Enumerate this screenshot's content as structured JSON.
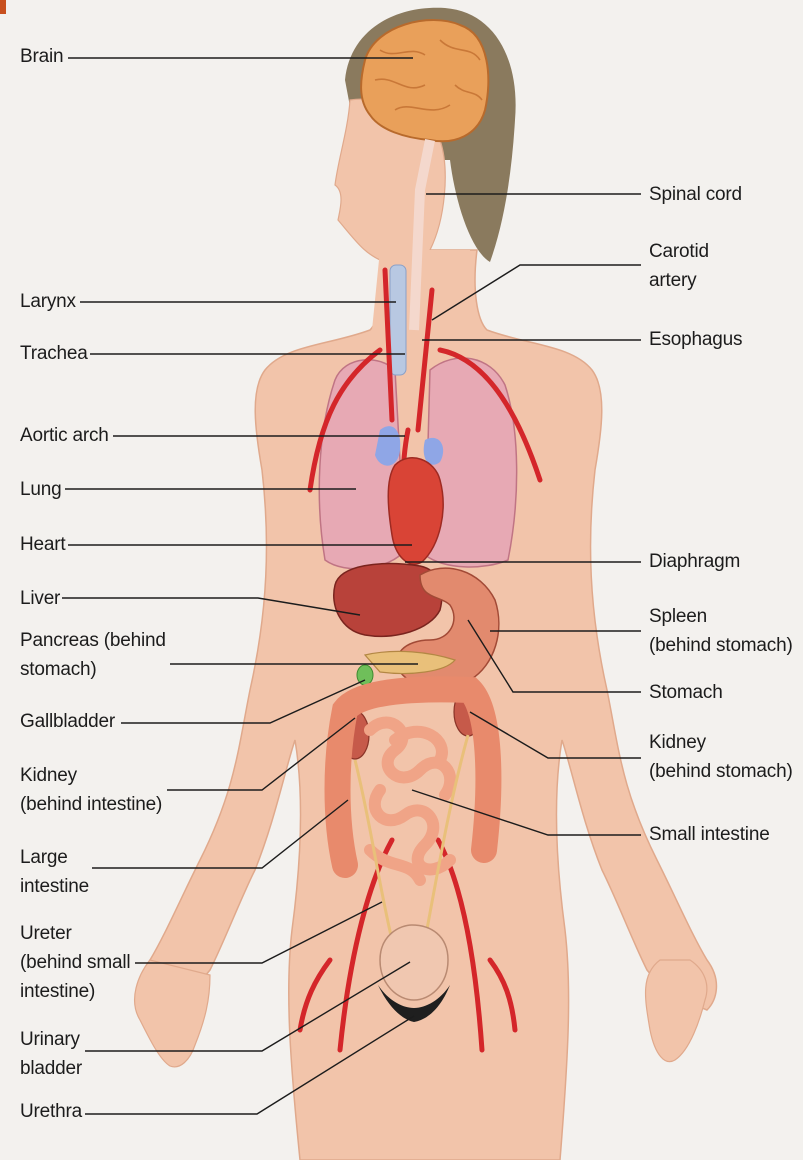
{
  "diagram": {
    "colors": {
      "background": "#f3f1ee",
      "skin": "#f2c2a8",
      "hair": "#8a7a5e",
      "brain": "#e9a05a",
      "artery": "#d4262a",
      "vein": "#8fa6e6",
      "lung": "#e7a9b4",
      "liver": "#b8423a",
      "intestine": "#e8987c",
      "bladder": "#f0c7b0",
      "leader_line": "#1c1c1c"
    },
    "labels_left": [
      {
        "id": "brain",
        "lines": [
          "Brain"
        ]
      },
      {
        "id": "larynx",
        "lines": [
          "Larynx"
        ]
      },
      {
        "id": "trachea",
        "lines": [
          "Trachea"
        ]
      },
      {
        "id": "aortic-arch",
        "lines": [
          "Aortic arch"
        ]
      },
      {
        "id": "lung",
        "lines": [
          "Lung"
        ]
      },
      {
        "id": "heart",
        "lines": [
          "Heart"
        ]
      },
      {
        "id": "liver",
        "lines": [
          "Liver"
        ]
      },
      {
        "id": "pancreas",
        "lines": [
          "Pancreas (behind",
          "stomach)"
        ]
      },
      {
        "id": "gallbladder",
        "lines": [
          "Gallbladder"
        ]
      },
      {
        "id": "kidney-left",
        "lines": [
          "Kidney",
          "(behind intestine)"
        ]
      },
      {
        "id": "large-intestine",
        "lines": [
          "Large",
          "intestine"
        ]
      },
      {
        "id": "ureter",
        "lines": [
          "Ureter",
          "(behind small",
          "intestine)"
        ]
      },
      {
        "id": "urinary-bladder",
        "lines": [
          "Urinary",
          "bladder"
        ]
      },
      {
        "id": "urethra",
        "lines": [
          "Urethra"
        ]
      }
    ],
    "labels_right": [
      {
        "id": "spinal-cord",
        "lines": [
          "Spinal cord"
        ]
      },
      {
        "id": "carotid-artery",
        "lines": [
          "Carotid",
          "artery"
        ]
      },
      {
        "id": "esophagus",
        "lines": [
          "Esophagus"
        ]
      },
      {
        "id": "diaphragm",
        "lines": [
          "Diaphragm"
        ]
      },
      {
        "id": "spleen",
        "lines": [
          "Spleen",
          "(behind stomach)"
        ]
      },
      {
        "id": "stomach",
        "lines": [
          "Stomach"
        ]
      },
      {
        "id": "kidney-right",
        "lines": [
          "Kidney",
          "(behind stomach)"
        ]
      },
      {
        "id": "small-intestine",
        "lines": [
          "Small intestine"
        ]
      }
    ]
  }
}
